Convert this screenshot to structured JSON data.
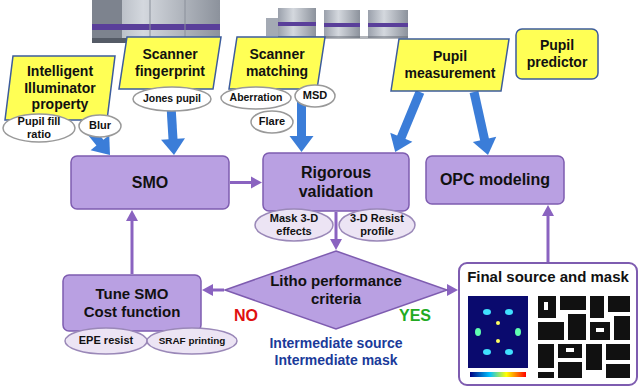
{
  "diagram": {
    "nodes": [
      {
        "text": [
          "Intelligent Illuminator property"
        ]
      },
      {
        "text": [
          "Pupil fill ratio"
        ]
      },
      {
        "text": [
          "Blur"
        ]
      },
      {
        "text": [
          "Scanner fingerprint"
        ]
      },
      {
        "text": [
          "Jones pupil"
        ]
      },
      {
        "text": [
          "Scanner matching"
        ]
      },
      {
        "text": [
          "Aberration"
        ]
      },
      {
        "text": [
          "MSD"
        ]
      },
      {
        "text": [
          "Flare"
        ]
      },
      {
        "text": [
          "Pupil measurement"
        ]
      },
      {
        "text": [
          "Pupil predictor"
        ]
      },
      {
        "text": [
          "SMO"
        ]
      },
      {
        "text": [
          "Rigorous validation"
        ]
      },
      {
        "text": [
          "OPC modeling"
        ]
      },
      {
        "text": [
          "Mask 3-D effects"
        ]
      },
      {
        "text": [
          "3-D Resist profile"
        ]
      },
      {
        "text": [
          "Tune SMO Cost function"
        ]
      },
      {
        "text": [
          "EPE resist"
        ]
      },
      {
        "text": [
          "SRAF printing"
        ]
      },
      {
        "text": [
          "Litho performance criteria"
        ]
      },
      {
        "text": [
          "Final source and mask"
        ]
      }
    ],
    "edges": [
      {
        "from": 0,
        "to": 11,
        "arrow": "to"
      },
      {
        "from": 3,
        "to": 11,
        "arrow": "to"
      },
      {
        "from": 5,
        "to": 12,
        "arrow": "to"
      },
      {
        "from": 9,
        "to": 12,
        "arrow": "to"
      },
      {
        "from": 9,
        "to": 13,
        "arrow": "to"
      },
      {
        "from": 11,
        "to": 12,
        "arrow": "to"
      },
      {
        "from": 12,
        "to": 19,
        "arrow": "to"
      },
      {
        "from": 19,
        "to": 16,
        "label": "NO",
        "arrow": "to"
      },
      {
        "from": 16,
        "to": 11,
        "arrow": "to"
      },
      {
        "from": 19,
        "to": 20,
        "label": "YES",
        "arrow": "to"
      },
      {
        "from": 20,
        "to": 13,
        "arrow": "to"
      }
    ],
    "labels": [
      "Intermediate source",
      "Intermediate mask"
    ]
  }
}
